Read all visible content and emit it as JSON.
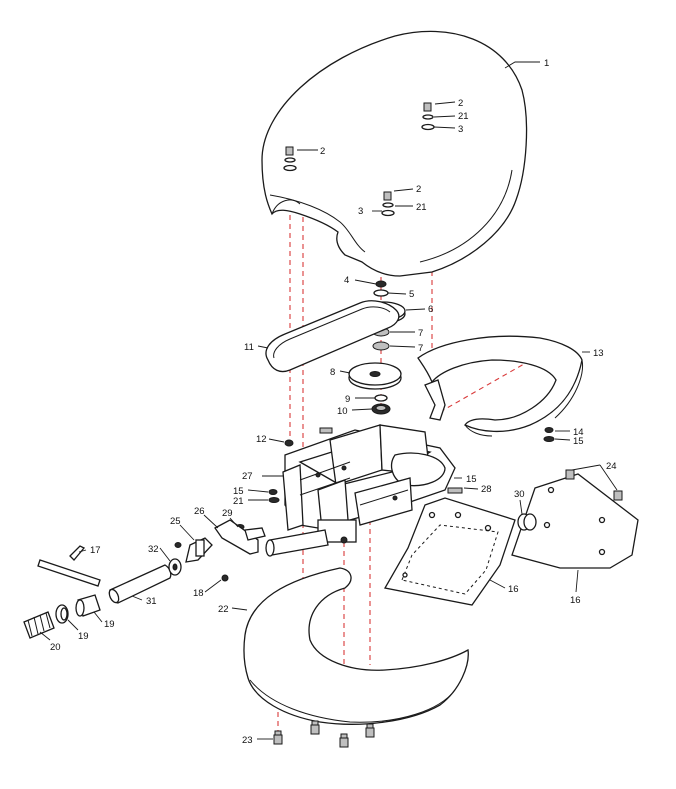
{
  "diagram": {
    "callouts": [
      {
        "id": "c1",
        "label": "1"
      },
      {
        "id": "c2a",
        "label": "2"
      },
      {
        "id": "c21a",
        "label": "21"
      },
      {
        "id": "c3a",
        "label": "3"
      },
      {
        "id": "c2b",
        "label": "2"
      },
      {
        "id": "c2c",
        "label": "2"
      },
      {
        "id": "c3b",
        "label": "3"
      },
      {
        "id": "c21b",
        "label": "21"
      },
      {
        "id": "c4",
        "label": "4"
      },
      {
        "id": "c5",
        "label": "5"
      },
      {
        "id": "c6",
        "label": "6"
      },
      {
        "id": "c7a",
        "label": "7"
      },
      {
        "id": "c7b",
        "label": "7"
      },
      {
        "id": "c11",
        "label": "11"
      },
      {
        "id": "c8",
        "label": "8"
      },
      {
        "id": "c13",
        "label": "13"
      },
      {
        "id": "c9",
        "label": "9"
      },
      {
        "id": "c10",
        "label": "10"
      },
      {
        "id": "c12",
        "label": "12"
      },
      {
        "id": "c14",
        "label": "14"
      },
      {
        "id": "c15a",
        "label": "15"
      },
      {
        "id": "c27",
        "label": "27"
      },
      {
        "id": "c15b",
        "label": "15"
      },
      {
        "id": "c28",
        "label": "28"
      },
      {
        "id": "c24",
        "label": "24"
      },
      {
        "id": "c15c",
        "label": "15"
      },
      {
        "id": "c21c",
        "label": "21"
      },
      {
        "id": "c30",
        "label": "30"
      },
      {
        "id": "c26",
        "label": "26"
      },
      {
        "id": "c29",
        "label": "29"
      },
      {
        "id": "c25",
        "label": "25"
      },
      {
        "id": "c17",
        "label": "17"
      },
      {
        "id": "c32",
        "label": "32"
      },
      {
        "id": "c18",
        "label": "18"
      },
      {
        "id": "c31",
        "label": "31"
      },
      {
        "id": "c22",
        "label": "22"
      },
      {
        "id": "c16a",
        "label": "16"
      },
      {
        "id": "c16b",
        "label": "16"
      },
      {
        "id": "c19a",
        "label": "19"
      },
      {
        "id": "c19b",
        "label": "19"
      },
      {
        "id": "c20",
        "label": "20"
      },
      {
        "id": "c23",
        "label": "23"
      }
    ]
  }
}
